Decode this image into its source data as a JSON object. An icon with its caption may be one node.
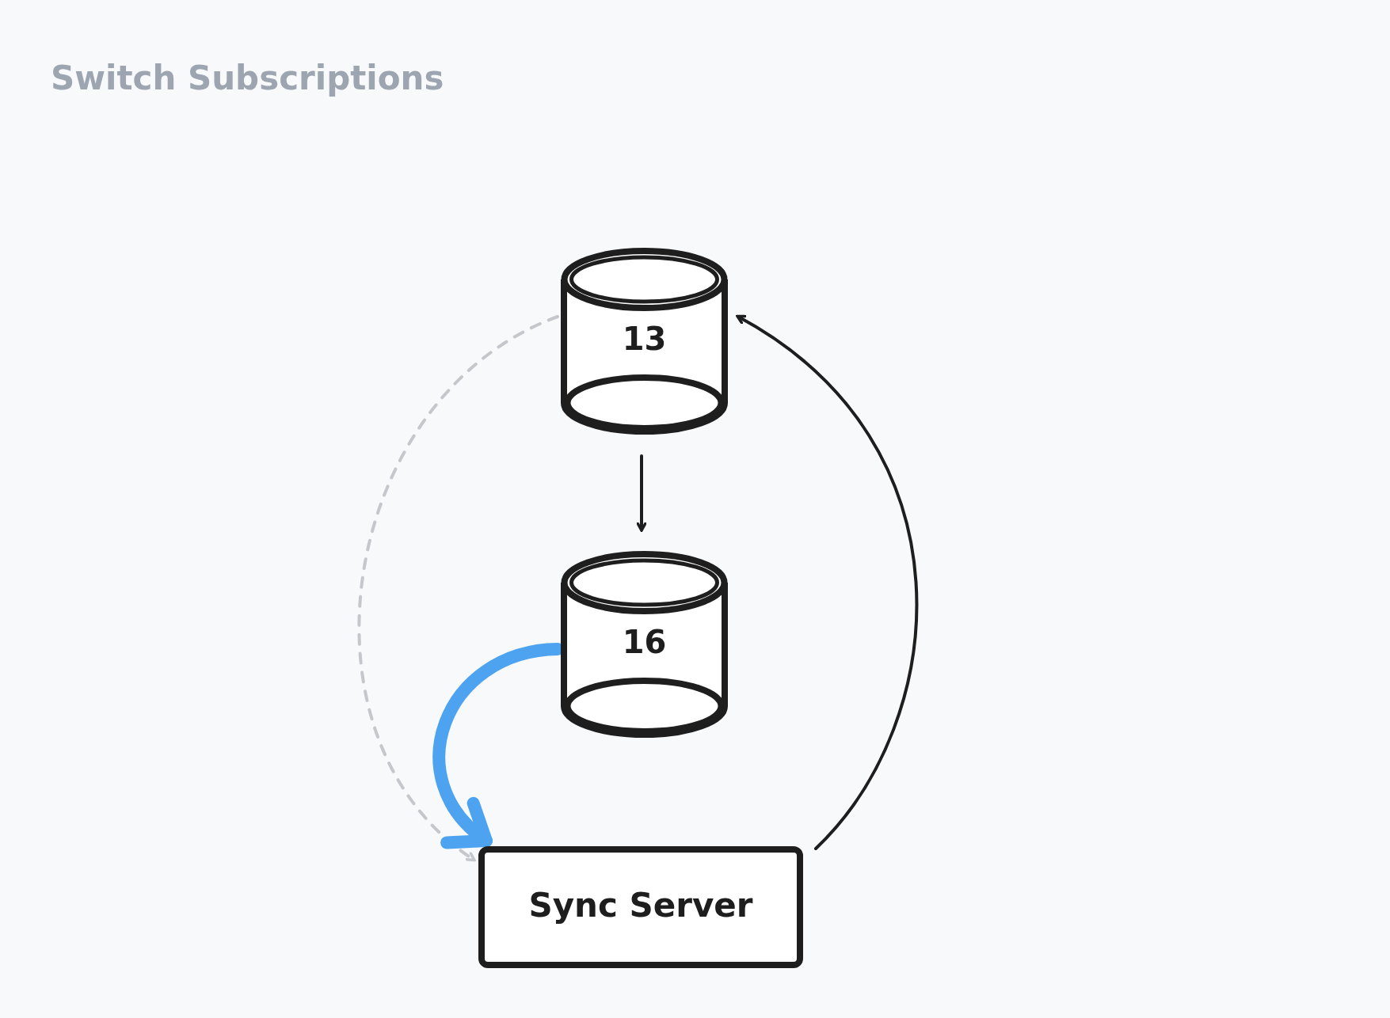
{
  "diagram": {
    "title": "Switch Subscriptions",
    "nodes": [
      {
        "text": [
          "13"
        ]
      },
      {
        "text": [
          "16"
        ]
      },
      {
        "text": [
          "Sync Server"
        ]
      }
    ],
    "edges": [
      {
        "from": 0,
        "to": 1,
        "arrow": "to"
      },
      {
        "from": 2,
        "to": 0,
        "arrow": "to"
      },
      {
        "from": 0,
        "to": 2,
        "arrow": "to",
        "style": "dashed",
        "color": "#c4c7cb"
      },
      {
        "from": 1,
        "to": 2,
        "arrow": "to",
        "style": "thick",
        "color": "#4da3f0"
      }
    ]
  }
}
